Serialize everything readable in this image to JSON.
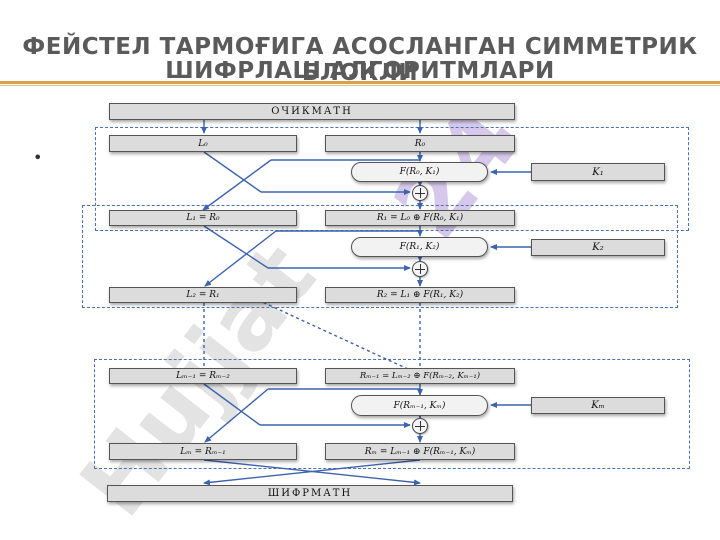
{
  "title": {
    "line1": "ФЕЙСТЕЛ ТАРМОҒИГА АСОСЛАНГАН СИММЕТРИК БЛОКЛИ",
    "line2": "ШИФРЛАШ АЛГОРИТМЛАРИ"
  },
  "bullet": "•",
  "diagram": {
    "plaintext": "ОЧИКМАТН",
    "ciphertext": "ШИФРМАТН",
    "L0": "L₀",
    "R0": "R₀",
    "F1": "F(R₀, K₁)",
    "K1": "K₁",
    "L1": "L₁ = R₀",
    "R1": "R₁ = L₀ ⊕ F(R₀, K₁)",
    "F2": "F(R₁, K₂)",
    "K2": "K₂",
    "L2": "L₂ = R₁",
    "R2": "R₂ = L₁ ⊕ F(R₁, K₂)",
    "Lm1": "Lₘ₋₁ = Rₘ₋₂",
    "Rm1": "Rₘ₋₁ = Lₘ₋₂ ⊕ F(Rₘ₋₂, Kₘ₋₁)",
    "Fm": "F(Rₘ₋₁, Kₘ)",
    "Km": "Kₘ",
    "Lm": "Lₘ = Rₘ₋₁",
    "Rm": "Rₘ = Lₘ₋₁ ⊕ F(Rₘ₋₁, Kₘ)"
  },
  "watermark": {
    "text1": "Hujjat",
    "text2": "24",
    "color1": "#e3e3e3",
    "color2": "#c9b6e3"
  },
  "colors": {
    "title": "#5a5a5a",
    "accent_rule": "#d8a24a",
    "arrows": "#3b63b0",
    "dashed_frames": "#4a72b0",
    "box_fill": "#dcdcdc"
  }
}
